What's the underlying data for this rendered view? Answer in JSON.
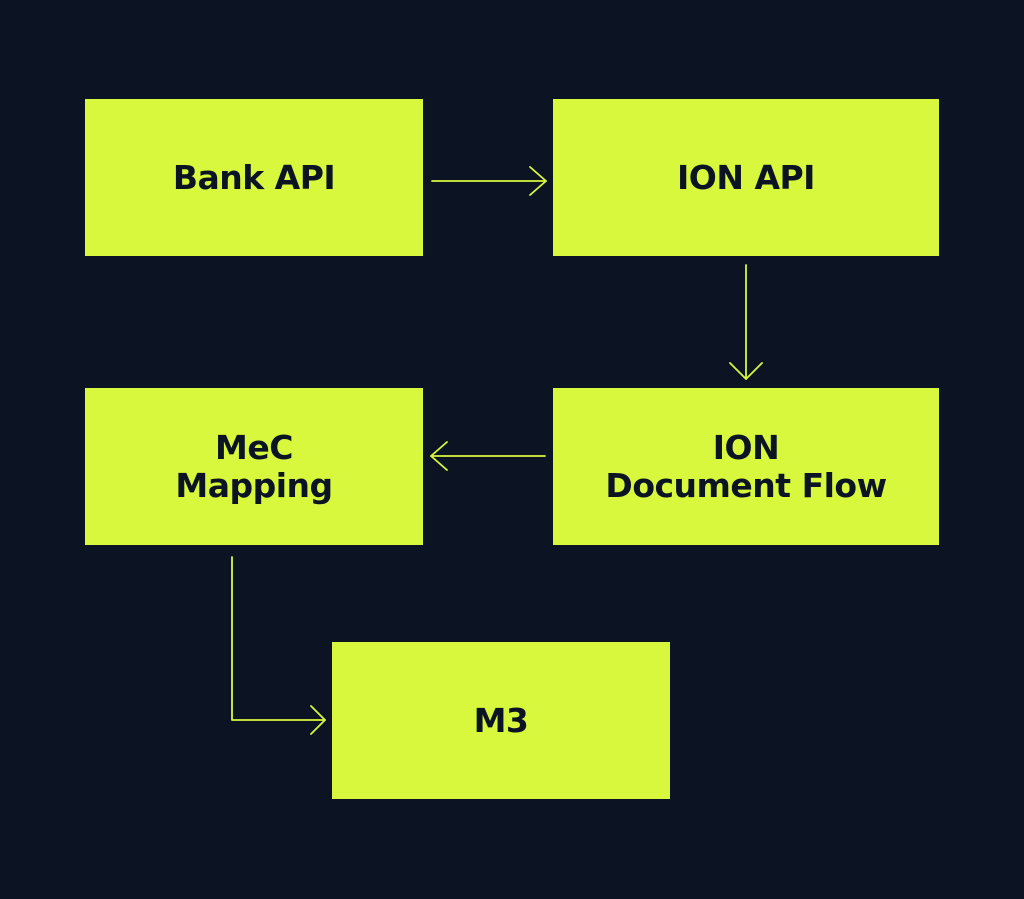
{
  "colors": {
    "background": "#0c1423",
    "node_fill": "#d7f83c",
    "node_text": "#0c1423",
    "connector": "#d7f83c"
  },
  "nodes": {
    "bank_api": {
      "lines": [
        "Bank API"
      ]
    },
    "ion_api": {
      "lines": [
        "ION API"
      ]
    },
    "ion_document_flow": {
      "lines": [
        "ION",
        "Document Flow"
      ]
    },
    "mec_mapping": {
      "lines": [
        "MeC",
        "Mapping"
      ]
    },
    "m3": {
      "lines": [
        "M3"
      ]
    }
  },
  "edges": [
    {
      "from": "Bank API",
      "to": "ION API"
    },
    {
      "from": "ION API",
      "to": "ION Document Flow"
    },
    {
      "from": "ION Document Flow",
      "to": "MeC Mapping"
    },
    {
      "from": "MeC Mapping",
      "to": "M3"
    }
  ]
}
